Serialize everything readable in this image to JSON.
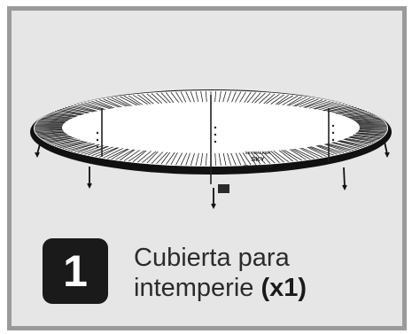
{
  "step": {
    "number": "1",
    "caption_line1": "Cubierta para",
    "caption_line2": "intemperie",
    "quantity": "(x1)"
  },
  "illustration": {
    "subject": "weather-cover-trampoline-icon",
    "logo_text_lines": [
      "SKYWALKER",
      "SKY",
      "TRAMPOLINES"
    ]
  },
  "colors": {
    "card_background": "#e6e6e6",
    "card_border": "#9a9a9a",
    "badge_background": "#1a1a1a",
    "badge_text": "#ffffff",
    "caption_text": "#2b2b2b"
  }
}
